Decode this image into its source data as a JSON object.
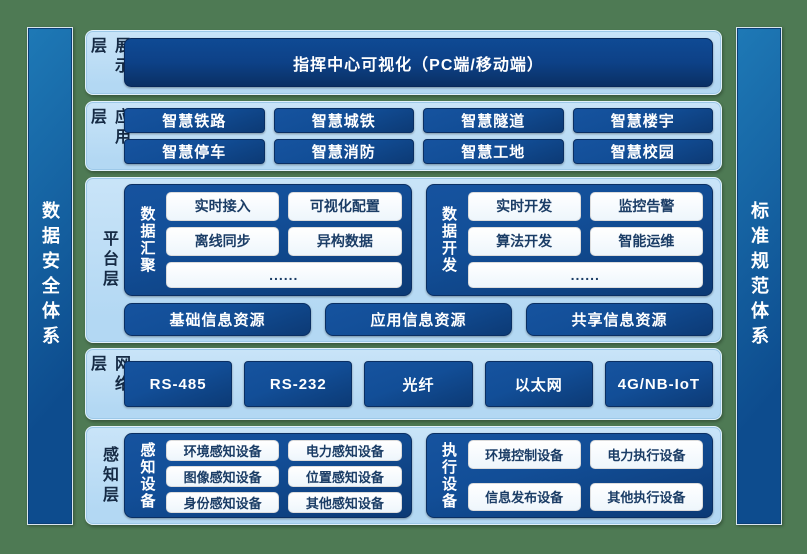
{
  "pillars": {
    "left": "数据安全体系",
    "right": "标准规范体系"
  },
  "layers": {
    "display": {
      "label": "展示层",
      "banner": "指挥中心可视化（PC端/移动端）"
    },
    "application": {
      "label": "应用层",
      "items": [
        "智慧铁路",
        "智慧城铁",
        "智慧隧道",
        "智慧楼宇",
        "智慧停车",
        "智慧消防",
        "智慧工地",
        "智慧校园"
      ]
    },
    "platform": {
      "label": "平台层",
      "groups": [
        {
          "title": "数据汇聚",
          "items": [
            "实时接入",
            "可视化配置",
            "离线同步",
            "异构数据"
          ],
          "more": "......"
        },
        {
          "title": "数据开发",
          "items": [
            "实时开发",
            "监控告警",
            "算法开发",
            "智能运维"
          ],
          "more": "......"
        }
      ],
      "resources": [
        "基础信息资源",
        "应用信息资源",
        "共享信息资源"
      ]
    },
    "network": {
      "label": "网络层",
      "items": [
        "RS-485",
        "RS-232",
        "光纤",
        "以太网",
        "4G/NB-IoT"
      ]
    },
    "perception": {
      "label": "感知层",
      "groups": [
        {
          "title": "感知设备",
          "items": [
            "环境感知设备",
            "电力感知设备",
            "图像感知设备",
            "位置感知设备",
            "身份感知设备",
            "其他感知设备"
          ]
        },
        {
          "title": "执行设备",
          "items": [
            "环境控制设备",
            "电力执行设备",
            "信息发布设备",
            "其他执行设备"
          ]
        }
      ]
    }
  },
  "colors": {
    "bg-green": "#4e7a54",
    "panel-blue": "#b3d8f3",
    "box-blue": "#124e97",
    "banner-blue": "#0d4187",
    "bar-blue-1": "#1e79b6",
    "bar-blue-2": "#0d4c8e",
    "pill-text": "#1b3d66",
    "label-text": "#152a44"
  }
}
